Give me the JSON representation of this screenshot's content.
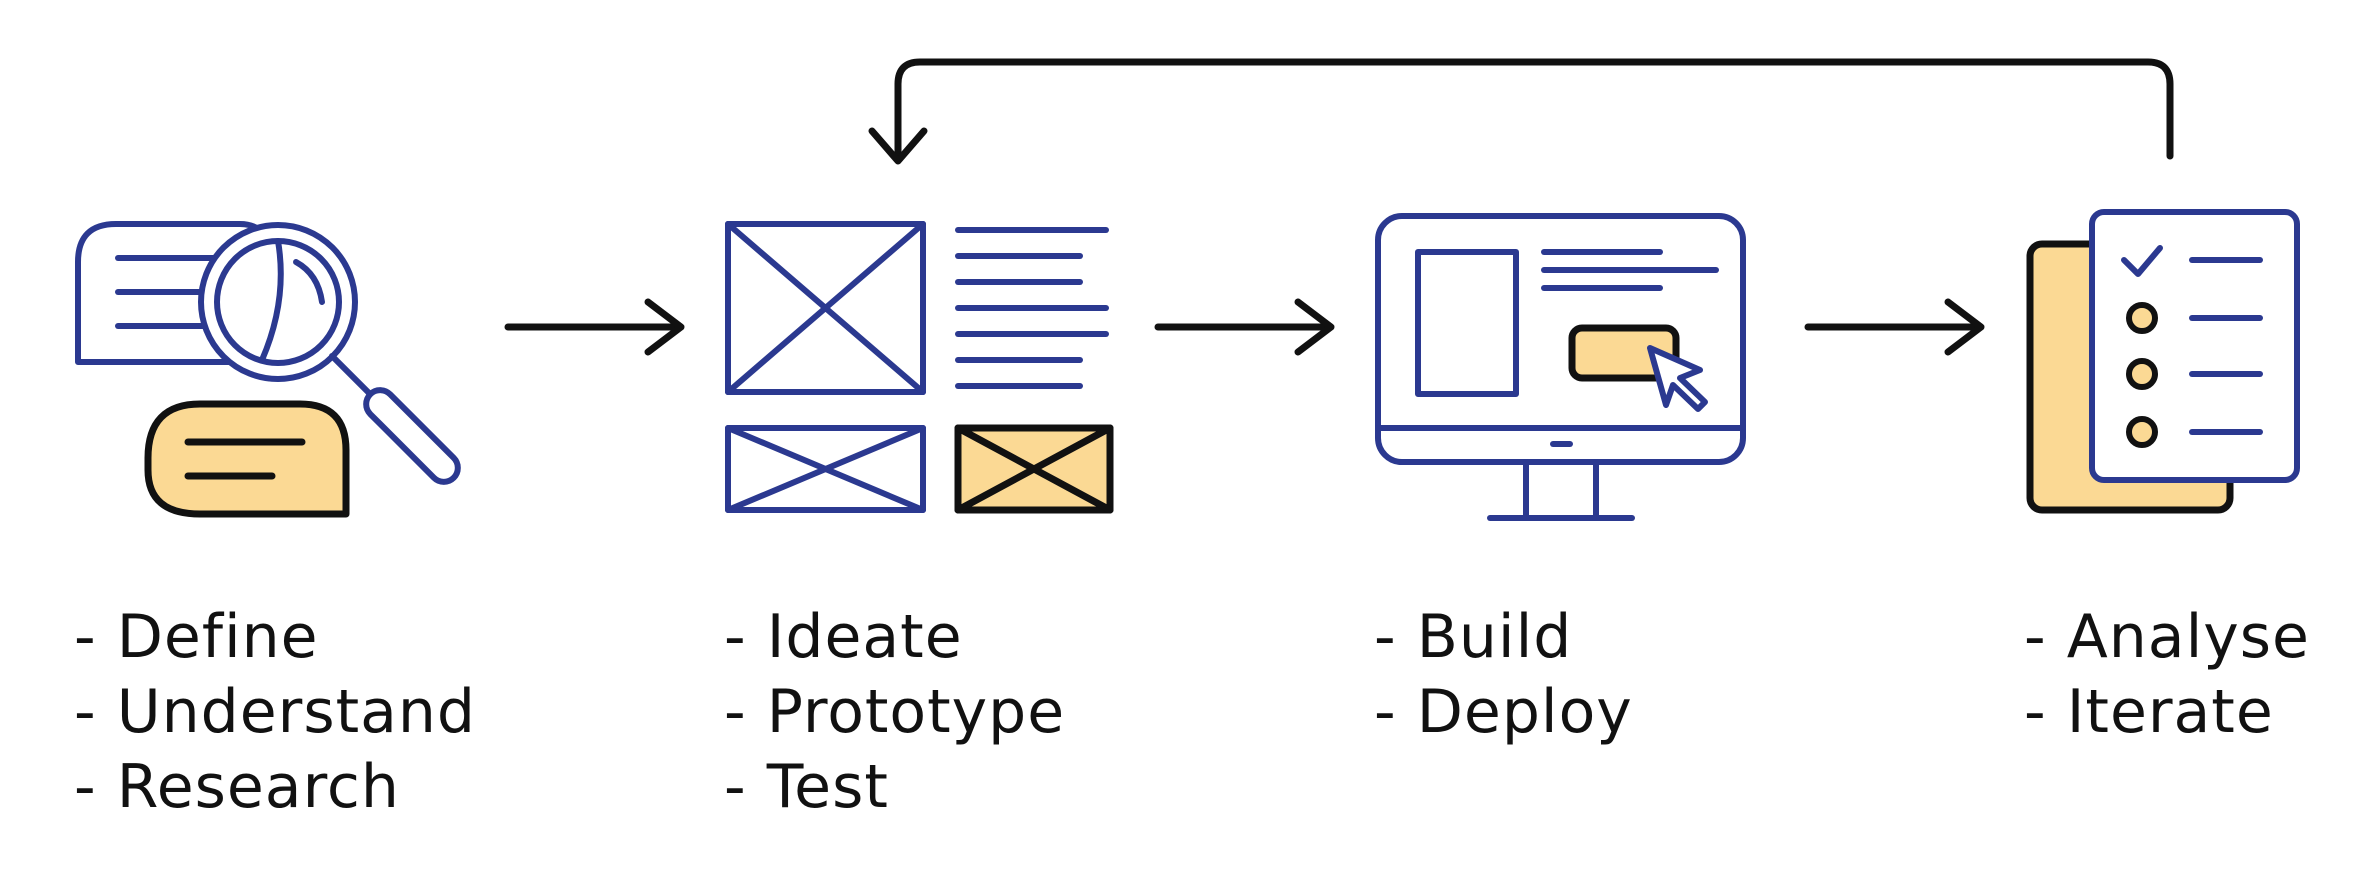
{
  "colors": {
    "outline_blue": "#2b3990",
    "accent_yellow": "#fbd994",
    "ink": "#111111",
    "background": "#ffffff"
  },
  "stages": [
    {
      "id": "discover",
      "icon": "magnifier-chat-icon",
      "items": [
        "- Define",
        "- Understand",
        "- Research"
      ]
    },
    {
      "id": "design",
      "icon": "wireframe-icon",
      "items": [
        "- Ideate",
        "- Prototype",
        "- Test"
      ]
    },
    {
      "id": "develop",
      "icon": "monitor-cursor-icon",
      "items": [
        "- Build",
        "- Deploy"
      ]
    },
    {
      "id": "review",
      "icon": "checklist-icon",
      "items": [
        "- Analyse",
        "- Iterate"
      ]
    }
  ],
  "connectors": [
    {
      "from": "discover",
      "to": "design",
      "icon": "arrow-right-icon"
    },
    {
      "from": "design",
      "to": "develop",
      "icon": "arrow-right-icon"
    },
    {
      "from": "develop",
      "to": "review",
      "icon": "arrow-right-icon"
    },
    {
      "from": "review",
      "to": "design",
      "icon": "loop-back-arrow-icon"
    }
  ]
}
